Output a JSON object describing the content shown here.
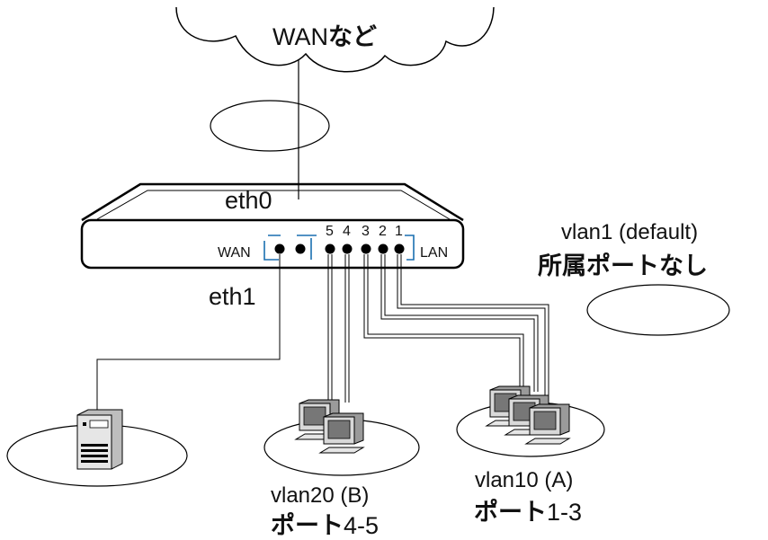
{
  "cloud": {
    "label_latin": "WAN",
    "label_jp": "など"
  },
  "router": {
    "eth0_label": "eth0",
    "eth1_label": "eth1",
    "wan_label": "WAN",
    "lan_label": "LAN",
    "port_numbers": [
      "5",
      "4",
      "3",
      "2",
      "1"
    ]
  },
  "vlan1": {
    "name": "vlan1 (default)",
    "note": "所属ポートなし"
  },
  "vlan20": {
    "name": "vlan20 (B)",
    "ports_prefix": "ポート",
    "ports_range": "4-5"
  },
  "vlan10": {
    "name": "vlan10 (A)",
    "ports_prefix": "ポート",
    "ports_range": "1-3"
  },
  "colors": {
    "bracket": "#1a6fb0",
    "line": "#000000"
  }
}
